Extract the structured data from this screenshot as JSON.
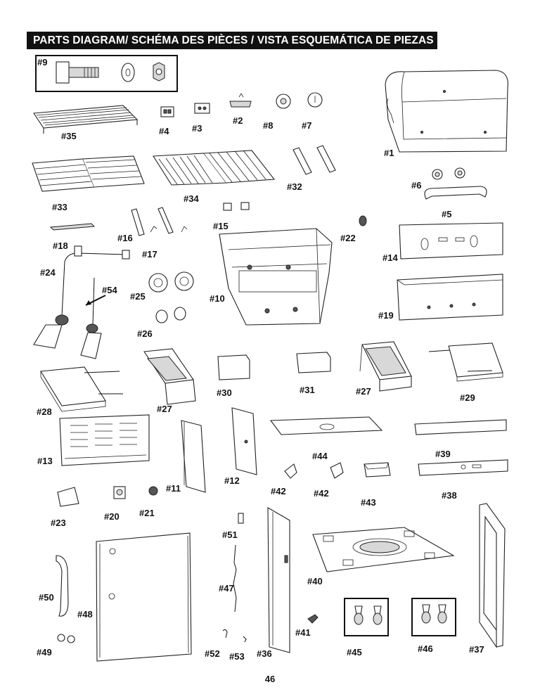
{
  "header": {
    "title": "PARTS DIAGRAM/ SCHÉMA DES PIÈCES / VISTA ESQUEMÁTICA DE PIEZAS"
  },
  "page_number": "46",
  "parts": [
    {
      "id": "p9",
      "label": "#9"
    },
    {
      "id": "p35",
      "label": "#35"
    },
    {
      "id": "p4",
      "label": "#4"
    },
    {
      "id": "p3",
      "label": "#3"
    },
    {
      "id": "p2",
      "label": "#2"
    },
    {
      "id": "p8",
      "label": "#8"
    },
    {
      "id": "p7",
      "label": "#7"
    },
    {
      "id": "p1",
      "label": "#1"
    },
    {
      "id": "p33",
      "label": "#33"
    },
    {
      "id": "p34",
      "label": "#34"
    },
    {
      "id": "p32",
      "label": "#32"
    },
    {
      "id": "p6",
      "label": "#6"
    },
    {
      "id": "p5",
      "label": "#5"
    },
    {
      "id": "p18",
      "label": "#18"
    },
    {
      "id": "p16",
      "label": "#16"
    },
    {
      "id": "p17",
      "label": "#17"
    },
    {
      "id": "p15",
      "label": "#15"
    },
    {
      "id": "p22",
      "label": "#22"
    },
    {
      "id": "p14",
      "label": "#14"
    },
    {
      "id": "p24",
      "label": "#24"
    },
    {
      "id": "p54",
      "label": "#54"
    },
    {
      "id": "p25",
      "label": "#25"
    },
    {
      "id": "p10",
      "label": "#10"
    },
    {
      "id": "p19",
      "label": "#19"
    },
    {
      "id": "p26",
      "label": "#26"
    },
    {
      "id": "p28",
      "label": "#28"
    },
    {
      "id": "p27a",
      "label": "#27"
    },
    {
      "id": "p30",
      "label": "#30"
    },
    {
      "id": "p31",
      "label": "#31"
    },
    {
      "id": "p27b",
      "label": "#27"
    },
    {
      "id": "p29",
      "label": "#29"
    },
    {
      "id": "p13",
      "label": "#13"
    },
    {
      "id": "p11",
      "label": "#11"
    },
    {
      "id": "p12",
      "label": "#12"
    },
    {
      "id": "p44",
      "label": "#44"
    },
    {
      "id": "p39",
      "label": "#39"
    },
    {
      "id": "p42a",
      "label": "#42"
    },
    {
      "id": "p42b",
      "label": "#42"
    },
    {
      "id": "p43",
      "label": "#43"
    },
    {
      "id": "p38",
      "label": "#38"
    },
    {
      "id": "p23",
      "label": "#23"
    },
    {
      "id": "p20",
      "label": "#20"
    },
    {
      "id": "p21",
      "label": "#21"
    },
    {
      "id": "p51",
      "label": "#51"
    },
    {
      "id": "p40",
      "label": "#40"
    },
    {
      "id": "p50",
      "label": "#50"
    },
    {
      "id": "p48",
      "label": "#48"
    },
    {
      "id": "p47",
      "label": "#47"
    },
    {
      "id": "p41",
      "label": "#41"
    },
    {
      "id": "p45",
      "label": "#45"
    },
    {
      "id": "p46",
      "label": "#46"
    },
    {
      "id": "p37",
      "label": "#37"
    },
    {
      "id": "p49",
      "label": "#49"
    },
    {
      "id": "p52",
      "label": "#52"
    },
    {
      "id": "p53",
      "label": "#53"
    },
    {
      "id": "p36",
      "label": "#36"
    }
  ]
}
